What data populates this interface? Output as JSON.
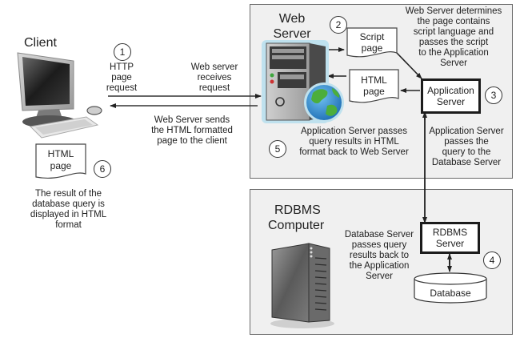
{
  "nodes": {
    "client": {
      "title": "Client",
      "icon": "desktop-computer-icon"
    },
    "web_server": {
      "title_line1": "Web",
      "title_line2": "Server",
      "icon": "server-tower-with-globe-icon"
    },
    "rdbms_computer": {
      "title_line1": "RDBMS",
      "title_line2": "Computer",
      "icon": "server-tower-icon"
    },
    "application_server": {
      "line1": "Application",
      "line2": "Server"
    },
    "rdbms_server": {
      "line1": "RDBMS",
      "line2": "Server"
    },
    "database": {
      "label": "Database"
    }
  },
  "documents": {
    "script_page": {
      "line1": "Script",
      "line2": "page"
    },
    "html_page_server": {
      "line1": "HTML",
      "line2": "page"
    },
    "html_page_client": {
      "line1": "HTML",
      "line2": "page"
    }
  },
  "steps": [
    {
      "number": "1",
      "lines": [
        "HTTP",
        "page",
        "request"
      ]
    },
    {
      "number": "2"
    },
    {
      "number": "3"
    },
    {
      "number": "4"
    },
    {
      "number": "5"
    },
    {
      "number": "6"
    }
  ],
  "annotations": {
    "web_server_receives": [
      "Web server",
      "receives",
      "request"
    ],
    "web_server_sends": [
      "Web Server sends",
      "the HTML formatted",
      "page to the client"
    ],
    "web_server_determines": [
      "Web Server determines",
      "the page contains",
      "script language and",
      "passes the script",
      "to the Application",
      "Server"
    ],
    "app_passes_results": [
      "Application Server passes",
      "query results in HTML",
      "format back to Web Server"
    ],
    "app_passes_query": [
      "Application Server",
      "passes the",
      "query to the",
      "Database Server"
    ],
    "db_passes_results": [
      "Database Server",
      "passes query",
      "results back to",
      "the Application",
      "Server"
    ],
    "client_result": [
      "The result of the",
      "database query is",
      "displayed in HTML",
      "format"
    ]
  },
  "colors": {
    "panel_bg": "#f0f0f0",
    "panel_border": "#6a6a6a",
    "arrow": "#222222",
    "globe_ocean": "#2f8fd6",
    "globe_land": "#4cae3c"
  }
}
